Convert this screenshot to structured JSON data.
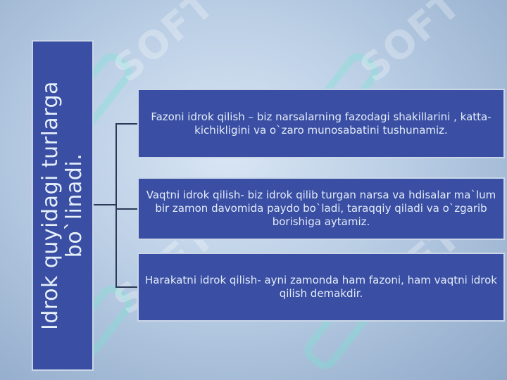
{
  "diagram": {
    "root": {
      "label": "Idrok  quyidagi turlarga bo`linadi."
    },
    "children": [
      {
        "text": "Fazoni  idrok  qilish – biz narsalarning fazodagi  shakillarini , katta-kichikligini  va o`zaro  munosabatini  tushunamiz."
      },
      {
        "text": "Vaqtni  idrok  qilish-  biz  idrok  qilib  turgan  narsa  va hdisalar  ma`lum  bir  zamon   davomida  paydo  bo`ladi, taraqqiy  qiladi  va o`zgarib  borishiga  aytamiz."
      },
      {
        "text": "Harakatni  idrok  qilish-   ayni  zamonda  ham  fazoni,  ham vaqtni  idrok  qilish  demakdir."
      }
    ]
  },
  "watermark": {
    "text": "SOFT",
    "color": "#ffffff"
  },
  "colors": {
    "box_fill": "#3a4ea3",
    "box_border": "#c9d6e8",
    "text": "#e3ecf8",
    "connector": "#2c3a58"
  }
}
